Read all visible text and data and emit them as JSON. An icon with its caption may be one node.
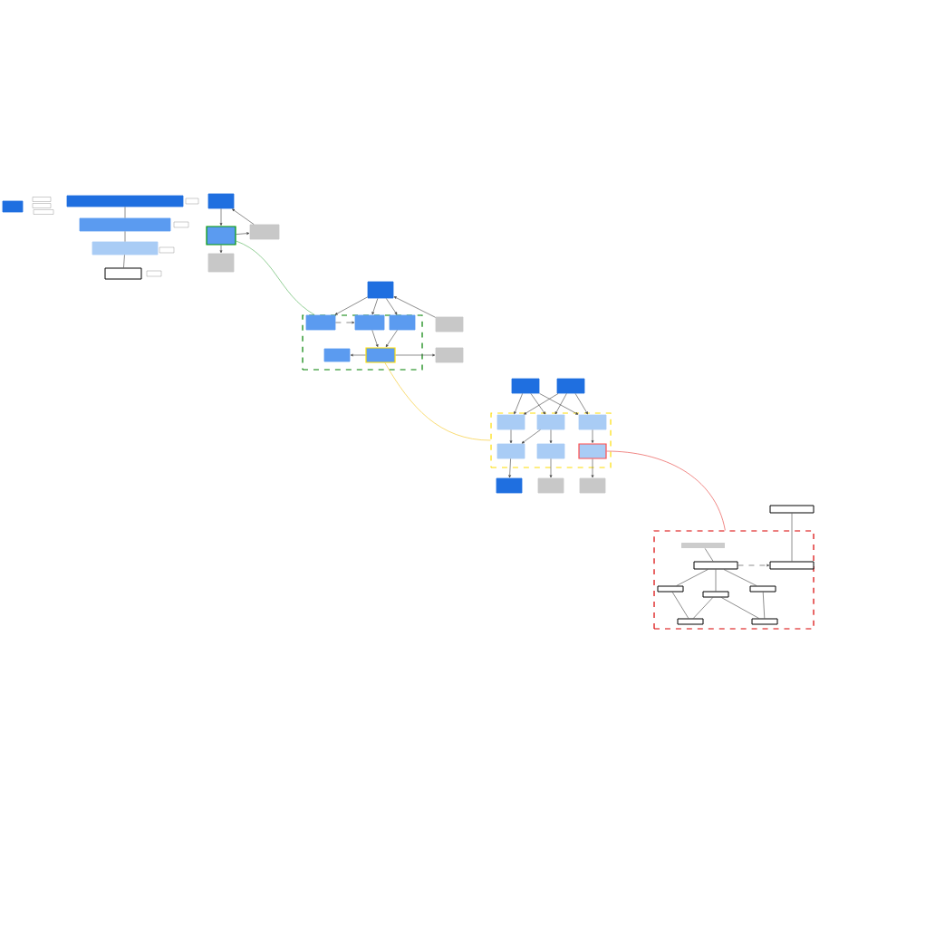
{
  "diagram": {
    "nodes": [
      {
        "text": [],
        "shape": "box"
      },
      {
        "text": [],
        "shape": "box"
      },
      {
        "text": [],
        "shape": "box"
      },
      {
        "text": [],
        "shape": "box"
      },
      {
        "text": [],
        "shape": "box"
      },
      {
        "text": [],
        "shape": "box"
      },
      {
        "text": [],
        "shape": "box"
      },
      {
        "text": [],
        "shape": "box"
      },
      {
        "text": [],
        "shape": "box"
      },
      {
        "text": [],
        "shape": "box"
      },
      {
        "text": [],
        "shape": "box"
      },
      {
        "text": [],
        "shape": "box"
      },
      {
        "text": [],
        "shape": "box"
      },
      {
        "text": [],
        "shape": "box"
      },
      {
        "text": [],
        "shape": "box"
      },
      {
        "text": [],
        "shape": "box"
      },
      {
        "text": [],
        "shape": "box"
      },
      {
        "text": [],
        "shape": "box"
      },
      {
        "text": [],
        "shape": "box",
        "in": 16
      },
      {
        "text": [],
        "shape": "box",
        "in": 16
      },
      {
        "text": [],
        "shape": "box",
        "in": 16
      },
      {
        "text": [],
        "shape": "box",
        "in": 16
      },
      {
        "text": [],
        "shape": "box",
        "in": 16
      },
      {
        "text": [],
        "shape": "box"
      },
      {
        "text": [],
        "shape": "box"
      },
      {
        "text": [],
        "shape": "box"
      },
      {
        "text": [],
        "shape": "box"
      },
      {
        "text": [],
        "shape": "box"
      },
      {
        "text": [],
        "shape": "box",
        "in": 25
      },
      {
        "text": [],
        "shape": "box",
        "in": 25
      },
      {
        "text": [],
        "shape": "box",
        "in": 25
      },
      {
        "text": [],
        "shape": "box",
        "in": 25
      },
      {
        "text": [],
        "shape": "box",
        "in": 25
      },
      {
        "text": [],
        "shape": "box",
        "in": 25
      },
      {
        "text": [],
        "shape": "box"
      },
      {
        "text": [],
        "shape": "box"
      },
      {
        "text": [],
        "shape": "box"
      },
      {
        "text": [],
        "shape": "box"
      },
      {
        "text": [],
        "shape": "box"
      },
      {
        "text": [],
        "shape": "box",
        "in": 37
      },
      {
        "text": [],
        "shape": "box",
        "in": 37
      },
      {
        "text": [],
        "shape": "bar",
        "in": 37
      },
      {
        "text": [],
        "shape": "box",
        "in": 37
      },
      {
        "text": [],
        "shape": "box",
        "in": 37
      },
      {
        "text": [],
        "shape": "box",
        "in": 37
      },
      {
        "text": [],
        "shape": "box",
        "in": 37
      },
      {
        "text": [],
        "shape": "box",
        "in": 37
      }
    ],
    "edges": [
      {
        "from": 4,
        "to": 6,
        "arrow": "none"
      },
      {
        "from": 6,
        "to": 8,
        "arrow": "none"
      },
      {
        "from": 8,
        "to": 10,
        "arrow": "none"
      },
      {
        "from": 12,
        "to": 13,
        "arrow": "to"
      },
      {
        "from": 13,
        "to": 14,
        "arrow": "to"
      },
      {
        "from": 14,
        "to": 12,
        "arrow": "to"
      },
      {
        "from": 13,
        "to": 15,
        "arrow": "to"
      },
      {
        "from": 13,
        "to": 16,
        "arrow": "none",
        "color": "#4caf50"
      },
      {
        "from": 17,
        "to": 18,
        "arrow": "to"
      },
      {
        "from": 17,
        "to": 19,
        "arrow": "to"
      },
      {
        "from": 17,
        "to": 20,
        "arrow": "to"
      },
      {
        "from": 18,
        "to": 19,
        "arrow": "to",
        "style": "dashed"
      },
      {
        "from": 19,
        "to": 22,
        "arrow": "to"
      },
      {
        "from": 20,
        "to": 22,
        "arrow": "to"
      },
      {
        "from": 22,
        "to": 21,
        "arrow": "to"
      },
      {
        "from": 22,
        "to": 24,
        "arrow": "to"
      },
      {
        "from": 23,
        "to": 17,
        "arrow": "to"
      },
      {
        "from": 22,
        "to": 25,
        "arrow": "none",
        "color": "#f5c518"
      },
      {
        "from": 26,
        "to": 28,
        "arrow": "to"
      },
      {
        "from": 26,
        "to": 29,
        "arrow": "to"
      },
      {
        "from": 26,
        "to": 30,
        "arrow": "to"
      },
      {
        "from": 27,
        "to": 28,
        "arrow": "to"
      },
      {
        "from": 27,
        "to": 29,
        "arrow": "to"
      },
      {
        "from": 27,
        "to": 30,
        "arrow": "to"
      },
      {
        "from": 28,
        "to": 31,
        "arrow": "to"
      },
      {
        "from": 29,
        "to": 31,
        "arrow": "to"
      },
      {
        "from": 30,
        "to": 33,
        "arrow": "to"
      },
      {
        "from": 29,
        "to": 32,
        "arrow": "to"
      },
      {
        "from": 31,
        "to": 34,
        "arrow": "to"
      },
      {
        "from": 32,
        "to": 35,
        "arrow": "to"
      },
      {
        "from": 33,
        "to": 36,
        "arrow": "to"
      },
      {
        "from": 33,
        "to": 37,
        "arrow": "none",
        "color": "#e53935"
      },
      {
        "from": 38,
        "to": 40,
        "arrow": "none"
      },
      {
        "from": 39,
        "to": 41,
        "arrow": "none"
      },
      {
        "from": 39,
        "to": 40,
        "arrow": "to",
        "style": "dashed"
      },
      {
        "from": 39,
        "to": 42,
        "arrow": "none"
      },
      {
        "from": 39,
        "to": 43,
        "arrow": "none"
      },
      {
        "from": 39,
        "to": 44,
        "arrow": "none"
      },
      {
        "from": 42,
        "to": 45,
        "arrow": "none"
      },
      {
        "from": 43,
        "to": 45,
        "arrow": "none"
      },
      {
        "from": 43,
        "to": 46,
        "arrow": "none"
      },
      {
        "from": 44,
        "to": 46,
        "arrow": "none"
      }
    ]
  }
}
